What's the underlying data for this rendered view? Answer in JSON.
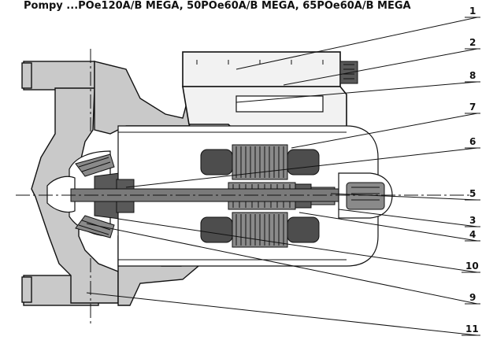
{
  "title": "Pompy ...POe120A/B MEGA, 50POe60A/B MEGA, 65POe60A/B MEGA",
  "callouts": [
    "1",
    "2",
    "8",
    "7",
    "6",
    "5",
    "3",
    "4",
    "10",
    "9",
    "11"
  ]
}
